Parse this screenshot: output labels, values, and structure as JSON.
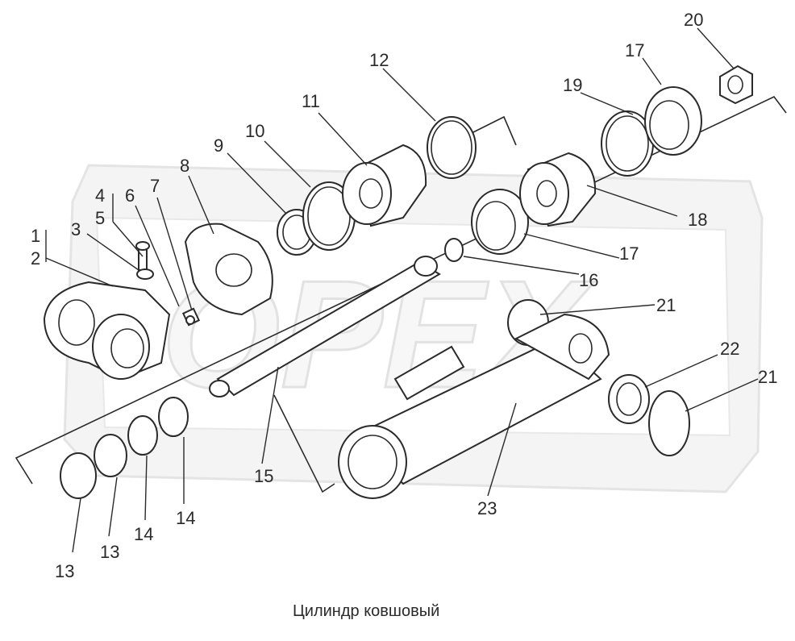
{
  "caption": "Цилиндр ковшовый",
  "watermark": "OPEX",
  "labels": {
    "l1": "1",
    "l2": "2",
    "l3": "3",
    "l4": "4",
    "l5": "5",
    "l6": "6",
    "l7": "7",
    "l8": "8",
    "l9": "9",
    "l10": "10",
    "l11": "11",
    "l12": "12",
    "l13a": "13",
    "l13b": "13",
    "l14a": "14",
    "l14b": "14",
    "l15": "15",
    "l16": "16",
    "l17a": "17",
    "l17b": "17",
    "l18": "18",
    "l19": "19",
    "l20": "20",
    "l21a": "21",
    "l21b": "21",
    "l22": "22",
    "l23": "23"
  }
}
